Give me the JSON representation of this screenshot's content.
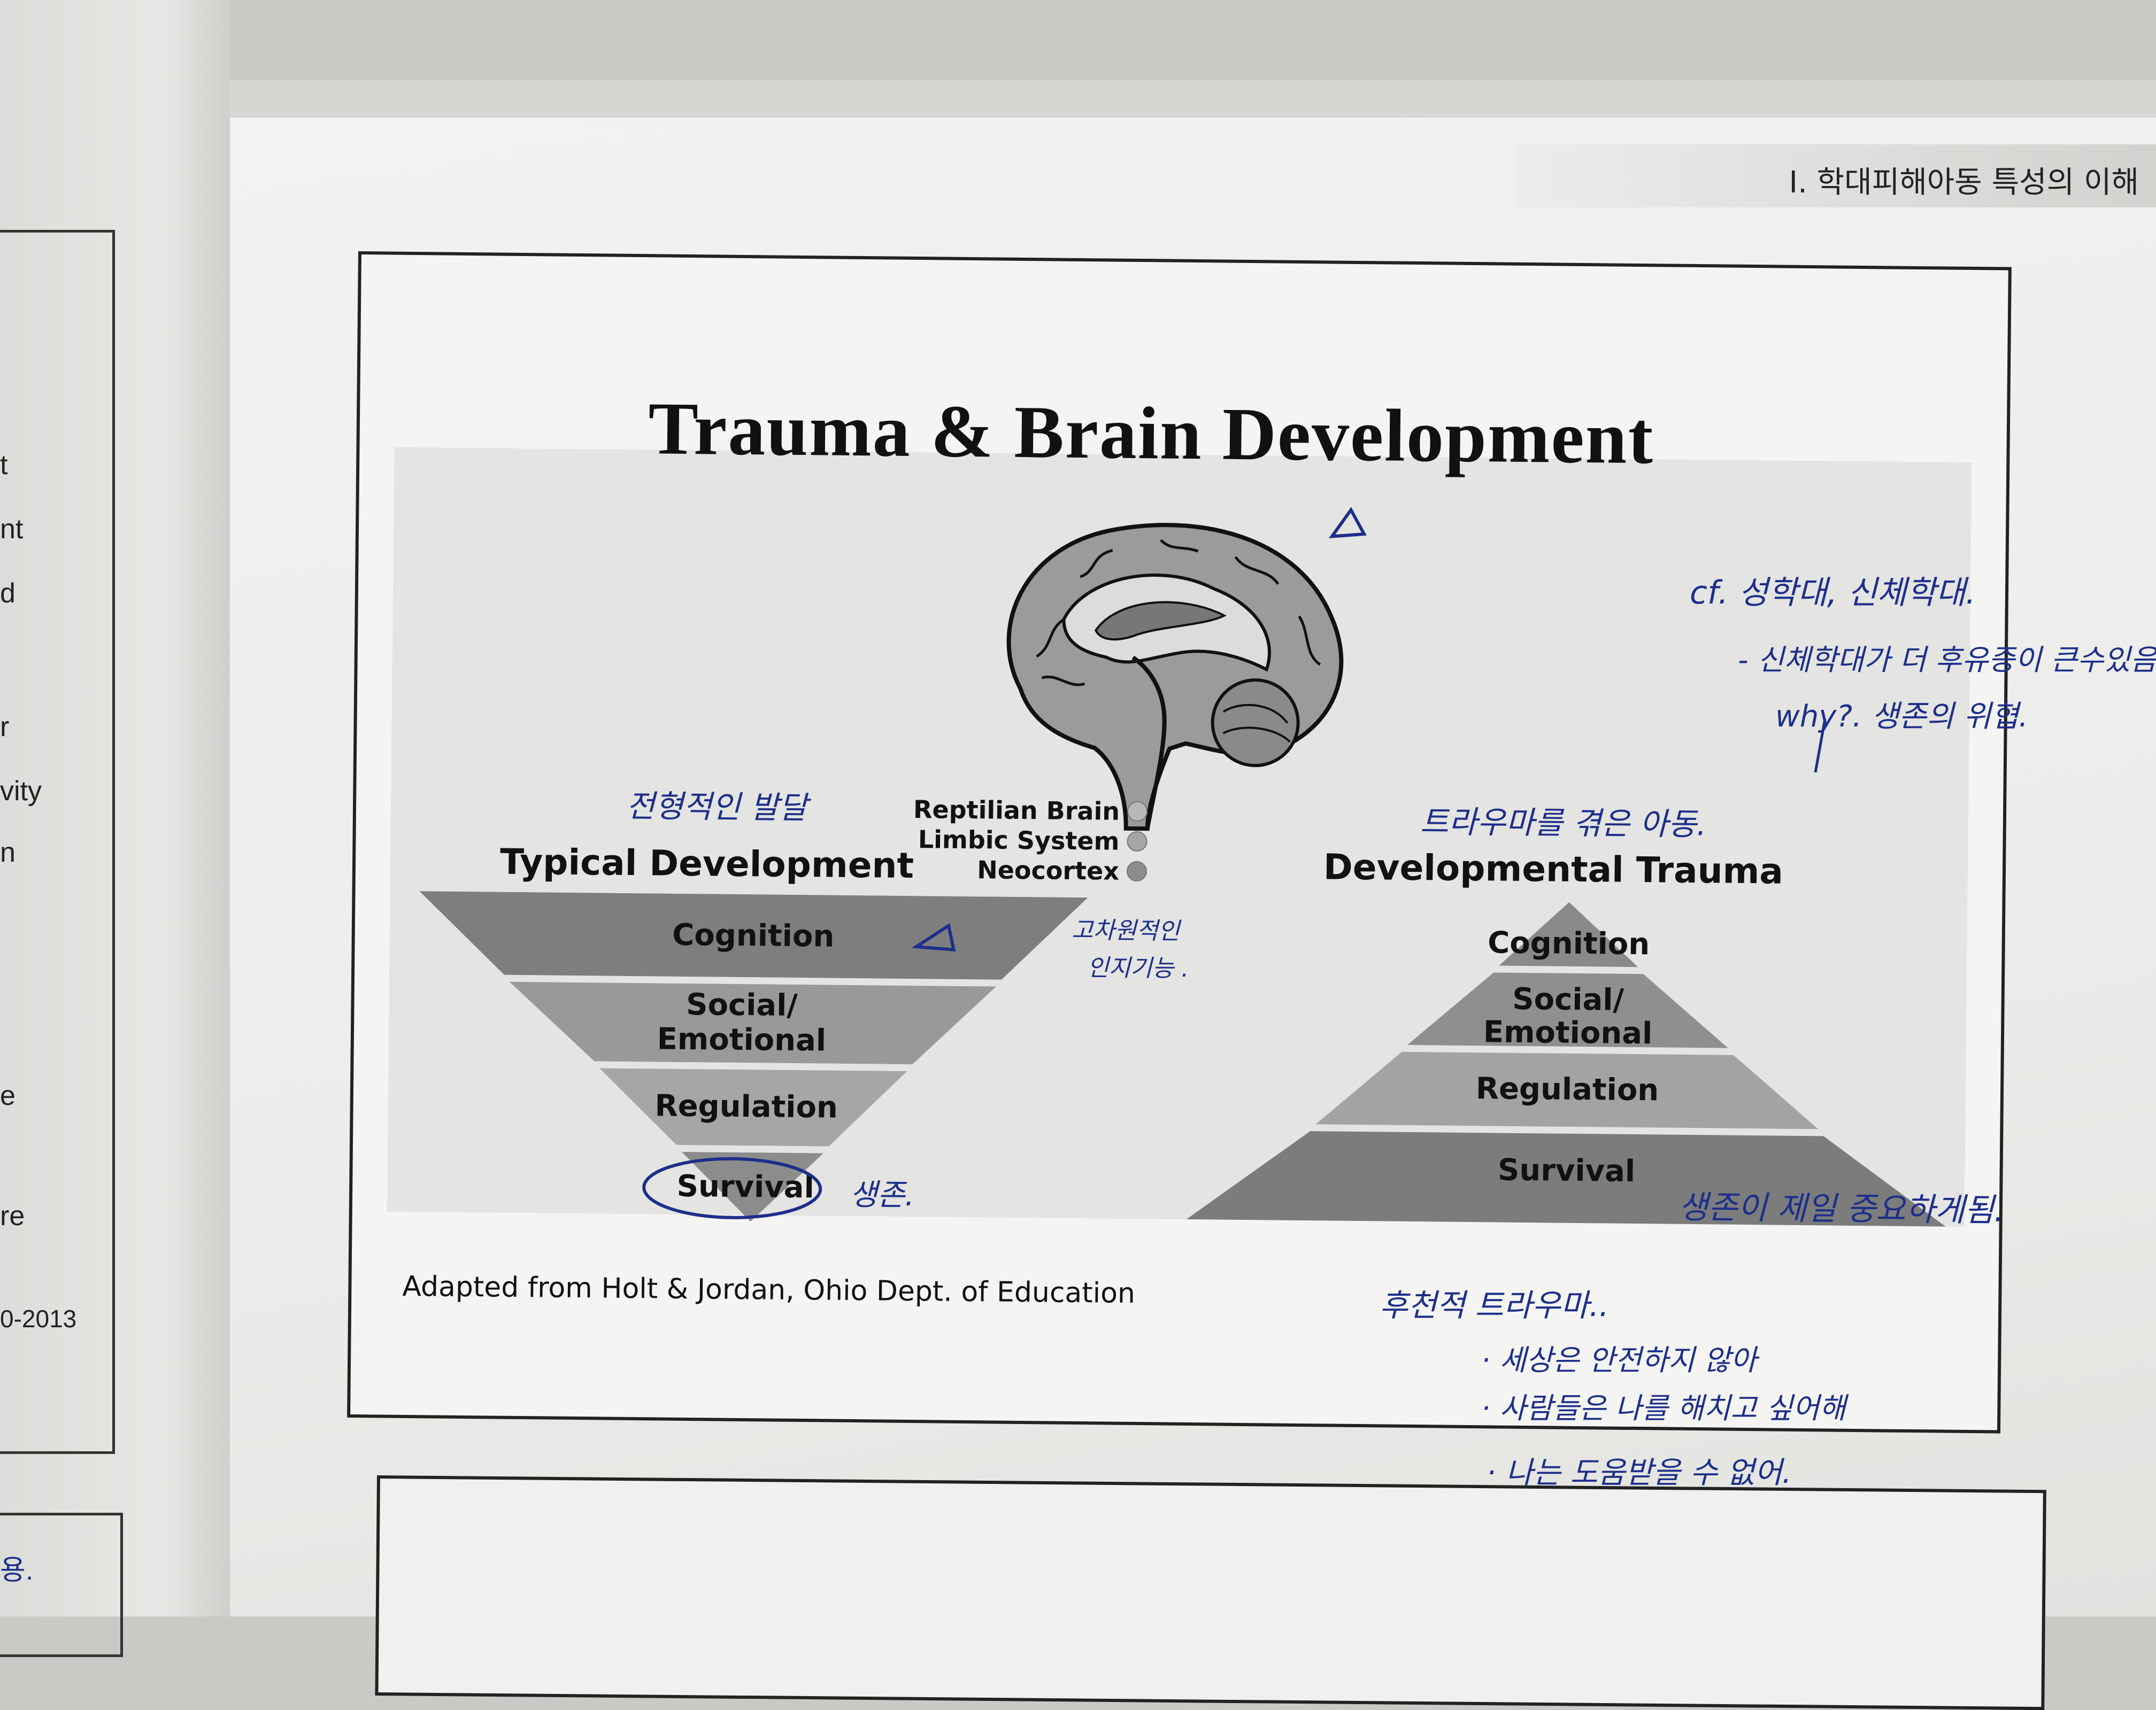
{
  "left_fragments": [
    "t",
    "nt",
    "d",
    "r",
    "vity",
    "n",
    "e",
    "re",
    "0-2013",
    "용."
  ],
  "header": {
    "text": "Ⅰ. 학대피해아동 특성의 이해"
  },
  "slide": {
    "title": "Trauma & Brain Development",
    "legend": [
      {
        "label": "Reptilian Brain",
        "color": "#b8b8b8"
      },
      {
        "label": "Limbic System",
        "color": "#a6a6a6"
      },
      {
        "label": "Neocortex",
        "color": "#8c8c8c"
      }
    ],
    "typical": {
      "title": "Typical Development",
      "levels": [
        "Cognition",
        "Social/",
        "Emotional",
        "Regulation",
        "Survival"
      ]
    },
    "trauma": {
      "title": "Developmental Trauma",
      "levels": [
        "Cognition",
        "Social/",
        "Emotional",
        "Regulation",
        "Survival"
      ]
    },
    "caption": "Adapted from Holt & Jordan, Ohio Dept. of Education"
  },
  "handwriting": {
    "typical_note": "전형적인 발달",
    "trauma_note": "트라우마를 겪은 아동.",
    "cognition_note_1": "고차원적인",
    "cognition_note_2": "인지기능 .",
    "survival_note": "생존.",
    "trauma_survival_note": "생존이 제일 중요하게됨.",
    "cf_line_1": "cf. 성학대, 신체학대.",
    "cf_line_2": "- 신체학대가 더 후유증이 큰수있음",
    "cf_line_3": "why?. 생존의 위협.",
    "after_line_1": "후천적 트라우마..",
    "after_line_2": "· 세상은 안전하지 않아",
    "after_line_3": "· 사람들은 나를 해치고 싶어해",
    "after_line_4": "· 나는 도움받을 수 없어."
  }
}
